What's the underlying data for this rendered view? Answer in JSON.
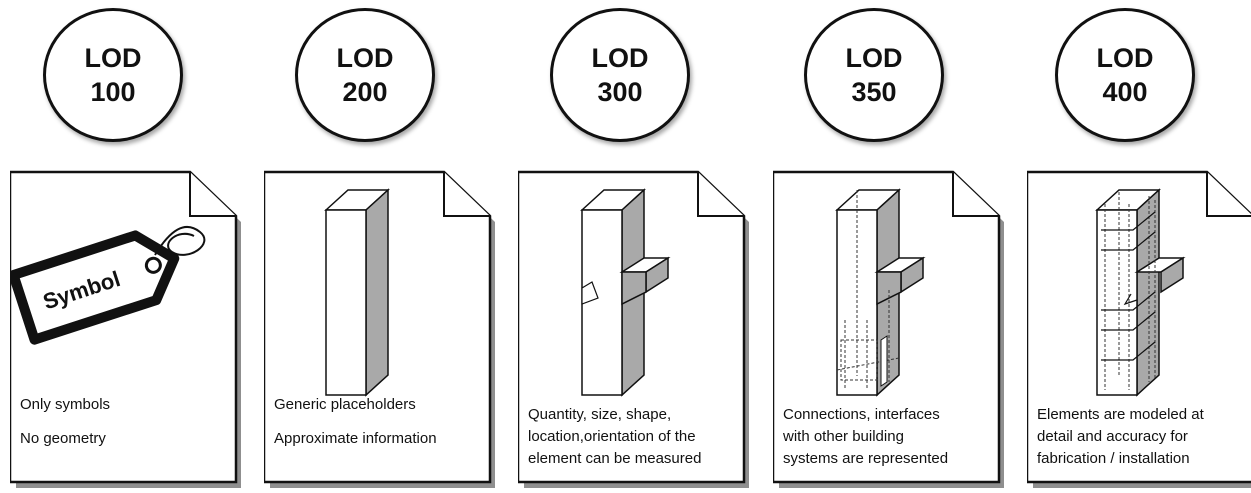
{
  "levels": [
    {
      "badge": [
        "LOD",
        "100"
      ],
      "illustration": "symbol-tag",
      "tag_text": "Symbol",
      "description": [
        "Only symbols",
        "No geometry"
      ]
    },
    {
      "badge": [
        "LOD",
        "200"
      ],
      "illustration": "generic-column",
      "description": [
        "Generic placeholders",
        "Approximate information"
      ]
    },
    {
      "badge": [
        "LOD",
        "300"
      ],
      "illustration": "column-with-corbel",
      "description": [
        "Quantity, size, shape,",
        "location,orientation of the",
        "element can be measured"
      ]
    },
    {
      "badge": [
        "LOD",
        "350"
      ],
      "illustration": "column-with-connections",
      "description": [
        "Connections, interfaces",
        "with other building",
        "systems are represented"
      ]
    },
    {
      "badge": [
        "LOD",
        "400"
      ],
      "illustration": "column-with-reinforcement-detail",
      "description": [
        "Elements are modeled at",
        "detail and accuracy for",
        "fabrication / installation"
      ]
    }
  ],
  "colors": {
    "ink": "#111111",
    "shade": "#a9a9a9",
    "paper": "#ffffff"
  }
}
